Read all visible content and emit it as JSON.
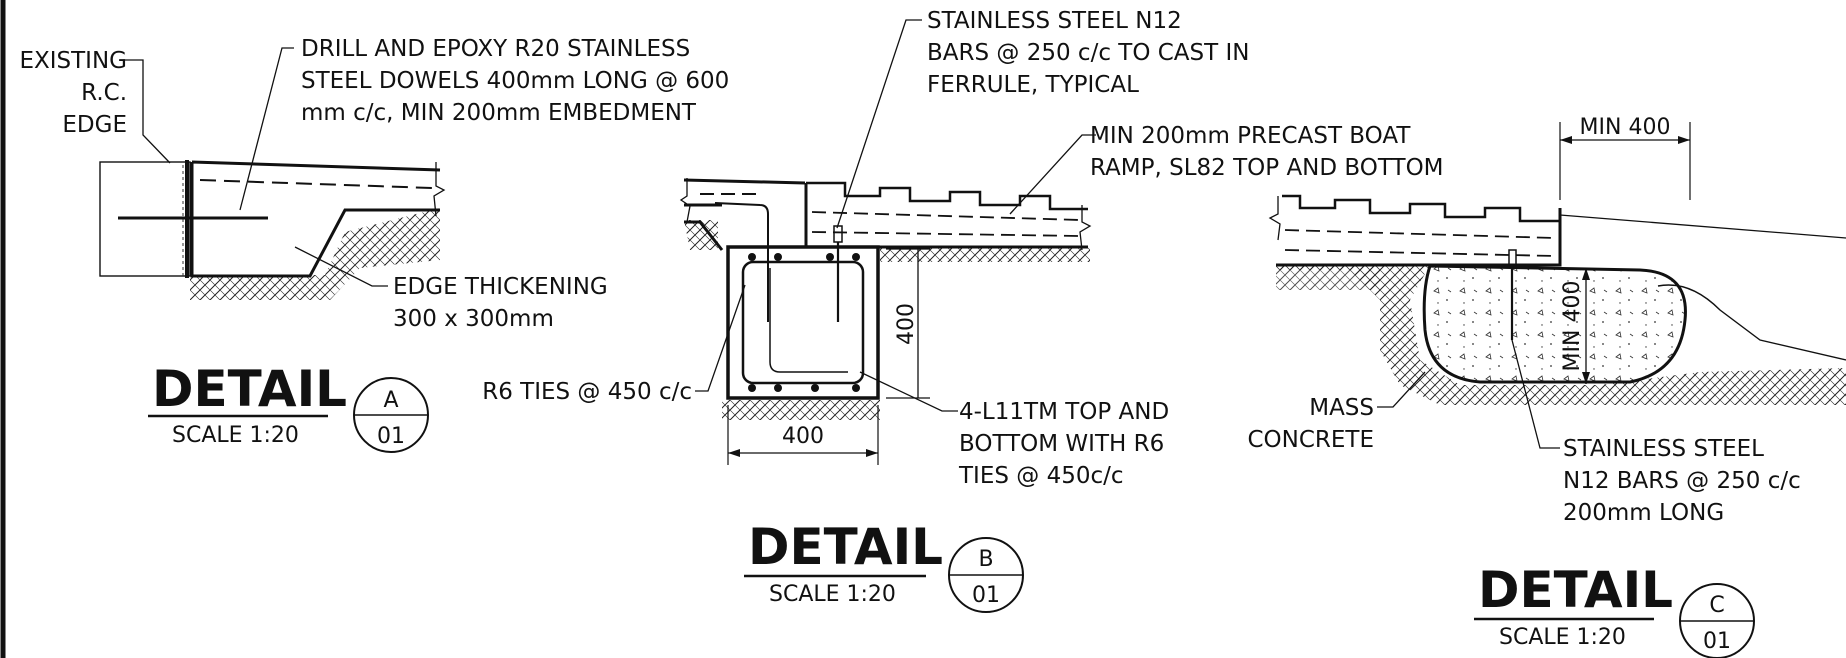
{
  "detail_a": {
    "existing_label": [
      "EXISTING",
      "R.C.",
      "EDGE"
    ],
    "dowel_note": [
      "DRILL AND EPOXY R20 STAINLESS",
      "STEEL DOWELS 400mm LONG @ 600",
      "mm c/c, MIN 200mm EMBEDMENT"
    ],
    "thickening_note": [
      "EDGE THICKENING",
      "300 x 300mm"
    ],
    "title": "DETAIL",
    "scale": "SCALE 1:20",
    "bubble_top": "A",
    "bubble_bottom": "01"
  },
  "detail_b": {
    "bars_note": [
      "STAINLESS STEEL N12",
      "BARS @ 250 c/c TO CAST IN",
      "FERRULE, TYPICAL"
    ],
    "ramp_note": [
      "MIN 200mm PRECAST BOAT",
      "RAMP, SL82 TOP AND BOTTOM"
    ],
    "ties_note": "R6 TIES @ 450 c/c",
    "height_dim": "400",
    "width_dim": "400",
    "bottom_bars_note": [
      "4-L11TM TOP AND",
      "BOTTOM WITH R6",
      "TIES @ 450c/c"
    ],
    "title": "DETAIL",
    "scale": "SCALE 1:20",
    "bubble_top": "B",
    "bubble_bottom": "01"
  },
  "detail_c": {
    "top_dim": "MIN 400",
    "depth_dim": "MIN 400",
    "mass_note": [
      "MASS",
      "CONCRETE"
    ],
    "bars_note": [
      "STAINLESS STEEL",
      "N12 BARS @ 250 c/c",
      "200mm LONG"
    ],
    "title": "DETAIL",
    "scale": "SCALE 1:20",
    "bubble_top": "C",
    "bubble_bottom": "01"
  }
}
